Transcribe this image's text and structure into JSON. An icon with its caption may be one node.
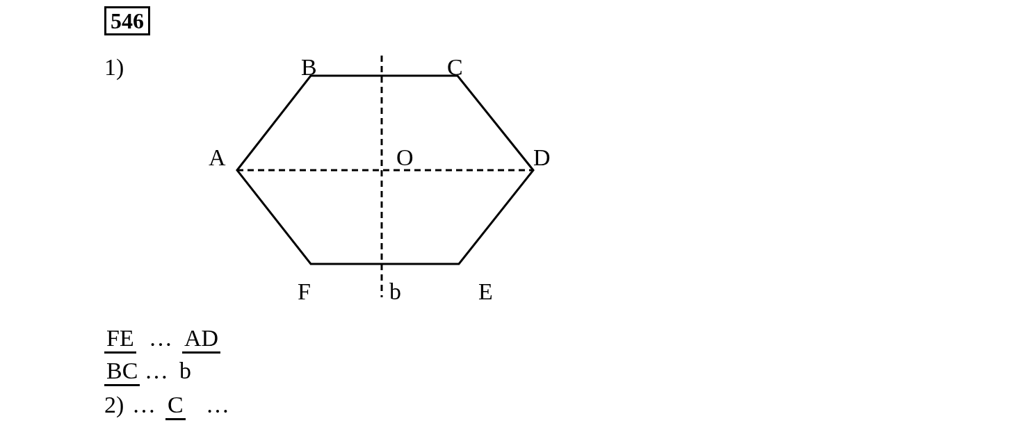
{
  "diagram": {
    "labels": [
      "546",
      "1)",
      "B",
      "C",
      "A",
      "O",
      "D",
      "F",
      "b",
      "E",
      "FE",
      "…",
      "AD",
      "BC",
      "…",
      "b",
      "2)",
      "…",
      "C",
      "…"
    ]
  }
}
